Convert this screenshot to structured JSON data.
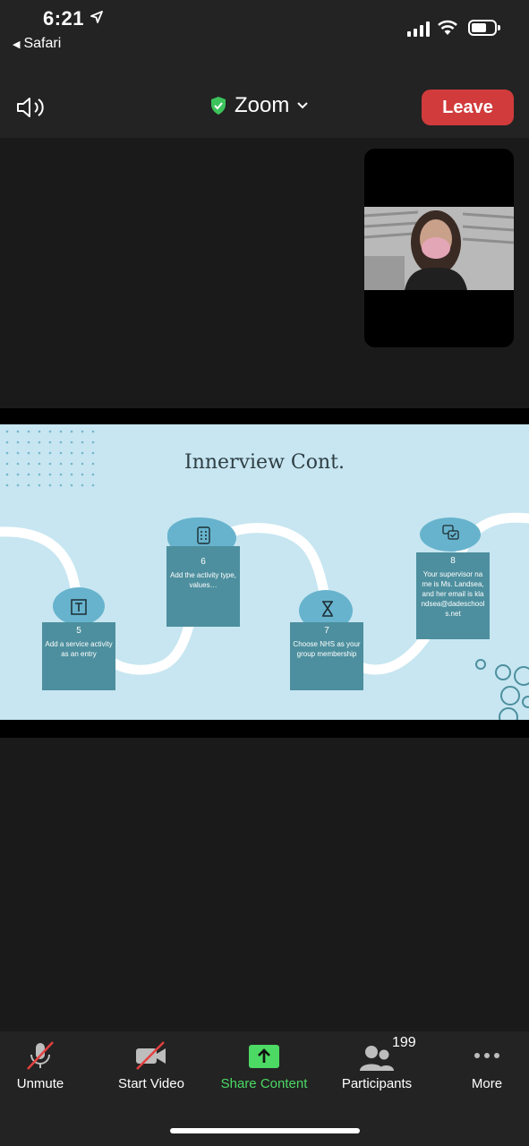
{
  "status_bar": {
    "time": "6:21",
    "back_app": "Safari"
  },
  "header": {
    "app_name": "Zoom",
    "leave_label": "Leave",
    "leave_color": "#d13b3b",
    "secure_color": "#3cc35b"
  },
  "slide": {
    "title": "Innerview Cont.",
    "steps": [
      {
        "number": "5",
        "text": "Add a service activity as an entry",
        "icon": "text-box-icon"
      },
      {
        "number": "6",
        "text": "Add the activity type, values…",
        "icon": "calculator-icon"
      },
      {
        "number": "7",
        "text": "Choose NHS as your group membership",
        "icon": "hourglass-icon"
      },
      {
        "number": "8",
        "text": "Your supervisor name is Ms. Landsea, and her email is klandsea@dadeschools.net",
        "icon": "chat-check-icon"
      }
    ]
  },
  "toolbar": {
    "unmute": "Unmute",
    "start_video": "Start Video",
    "share_content": "Share Content",
    "participants": "Participants",
    "participants_count": "199",
    "more": "More",
    "share_color": "#4cd964"
  }
}
